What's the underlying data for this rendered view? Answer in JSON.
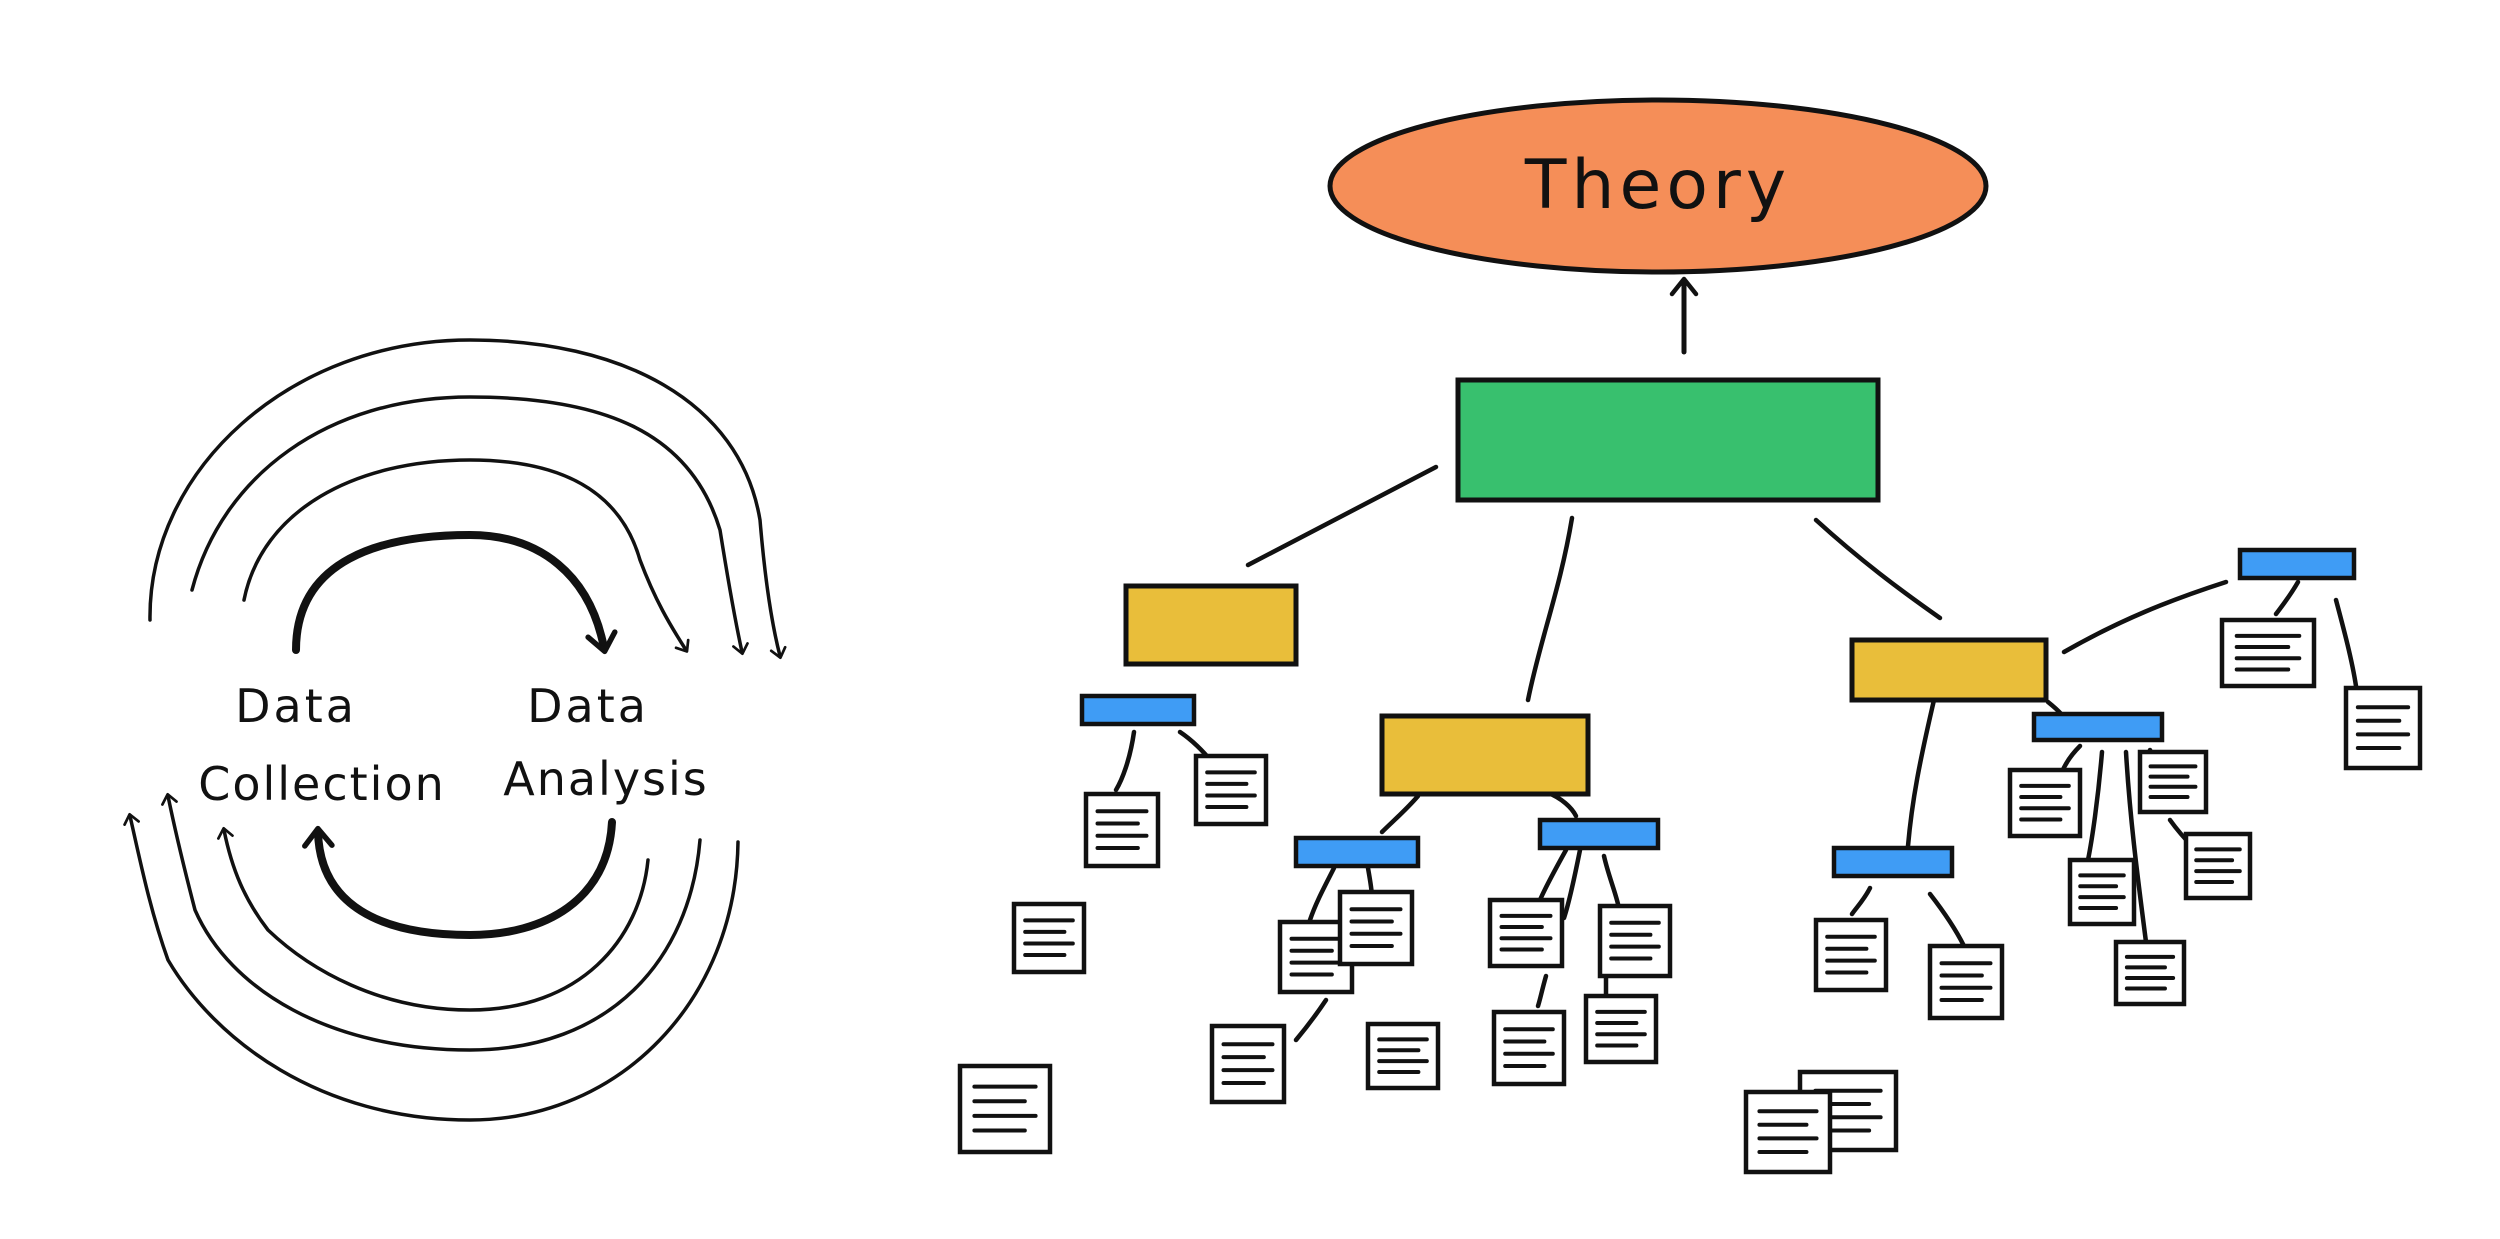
{
  "cycle": {
    "node_a": {
      "line1": "Data",
      "line2": "Collection"
    },
    "node_b": {
      "line1": "Data",
      "line2": "Analysis"
    }
  },
  "hierarchy": {
    "top": {
      "label": "Theory"
    }
  },
  "colors": {
    "theory": "#F58E58",
    "green_box": "#38C06E",
    "yellow_box": "#E9BE3A",
    "blue_bar": "#3F9CF5",
    "ink": "#111111",
    "doc_fill": "#FFFFFF"
  }
}
